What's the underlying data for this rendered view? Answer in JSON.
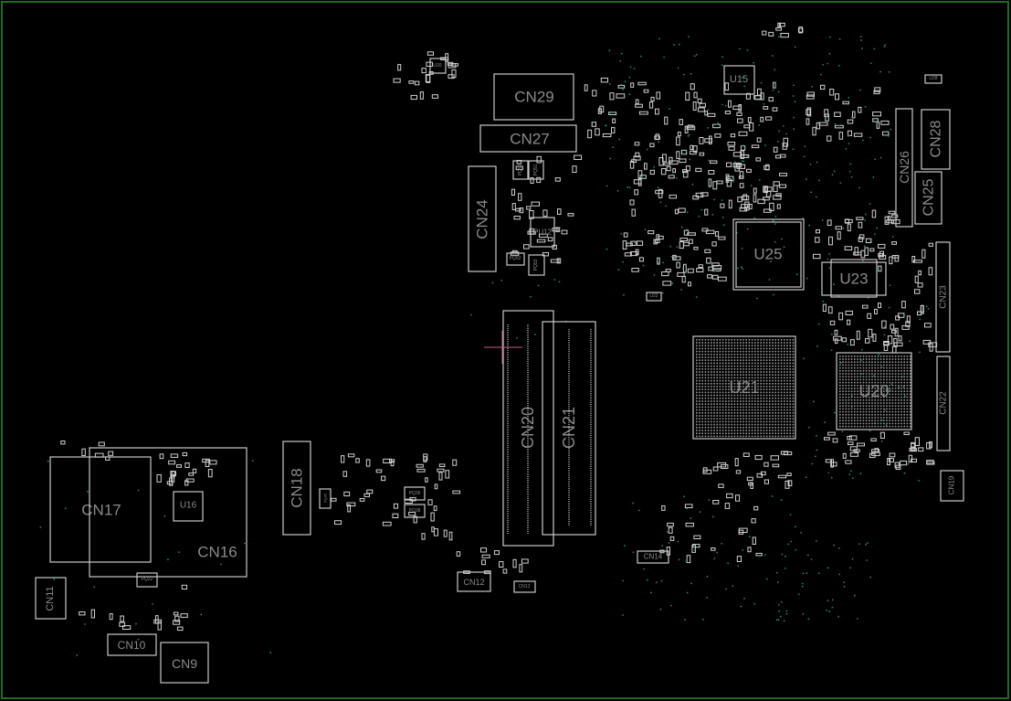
{
  "board": {
    "frame_color": "#1f6b1f",
    "outline_color": "#c8c8c8",
    "label_color": "#8a8a8a",
    "via_color": "#1d8a6a",
    "cursor_color": "#c06080"
  },
  "components": {
    "cn29": "CN29",
    "cn27": "CN27",
    "cn24": "CN24",
    "pu12": "PU12",
    "pq50": "PQ50",
    "pq51": "PQ51",
    "pq52": "PQ52",
    "pq53": "PQ53",
    "u15": "U15",
    "cn26": "CN26",
    "cn28": "CN28",
    "cn25": "CN25",
    "u25": "U25",
    "u23": "U23",
    "cn23": "CN23",
    "cn22": "CN22",
    "cn19": "CN19",
    "u21": "U21",
    "u20": "U20",
    "cn20": "CN20",
    "cn21": "CN21",
    "cn18": "CN18",
    "cn17": "CN17",
    "cn16": "CN16",
    "u16": "U16",
    "pq22": "PQ22",
    "cn11": "CN11",
    "cn10": "CN10",
    "cn9": "CN9",
    "cn12": "CN12",
    "cn13": "CN13",
    "cn14": "CN14",
    "u22": "U22",
    "u28": "U28",
    "pq36": "PQ36",
    "pq38": "PQ38",
    "pq35": "PQ35",
    "u30": "U30"
  }
}
